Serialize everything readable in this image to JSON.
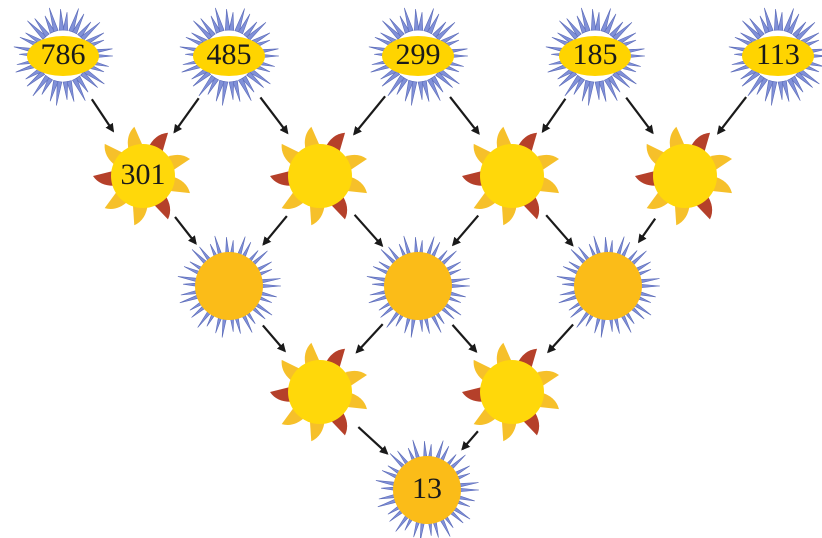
{
  "colors": {
    "daisy_petal": "#8090d8",
    "daisy_petal_edge": "#5a6ab8",
    "daisy_center": "#fbbc18",
    "label_oval": "#ffd400",
    "sun_core": "#ffd80a",
    "sun_ray_light": "#f6c02a",
    "sun_ray_dark": "#b5402a",
    "arrow": "#1a1a1a"
  },
  "rows": [
    [
      {
        "shape": "daisy-oval-icon",
        "value": "786"
      },
      {
        "shape": "daisy-oval-icon",
        "value": "485"
      },
      {
        "shape": "daisy-oval-icon",
        "value": "299"
      },
      {
        "shape": "daisy-oval-icon",
        "value": "185"
      },
      {
        "shape": "daisy-oval-icon",
        "value": "113"
      }
    ],
    [
      {
        "shape": "sun-icon",
        "value": "301"
      },
      {
        "shape": "sun-icon",
        "value": ""
      },
      {
        "shape": "sun-icon",
        "value": ""
      },
      {
        "shape": "sun-icon",
        "value": ""
      }
    ],
    [
      {
        "shape": "daisy-icon",
        "value": ""
      },
      {
        "shape": "daisy-icon",
        "value": ""
      },
      {
        "shape": "daisy-icon",
        "value": ""
      }
    ],
    [
      {
        "shape": "sun-icon",
        "value": ""
      },
      {
        "shape": "sun-icon",
        "value": ""
      }
    ],
    [
      {
        "shape": "daisy-icon",
        "value": "13"
      }
    ]
  ]
}
